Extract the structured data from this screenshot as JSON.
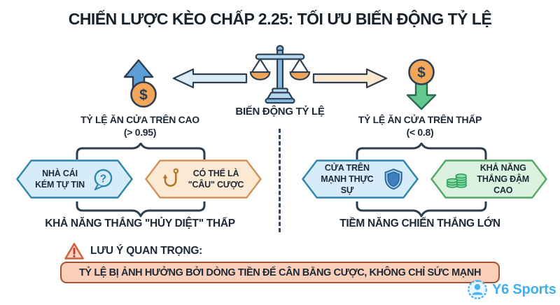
{
  "title": "CHIẾN LƯỢC KÈO CHẤP 2.25: TỐI ƯU BIẾN ĐỘNG TỶ LỆ",
  "center": {
    "label": "BIẾN ĐỘNG TỶ LỆ"
  },
  "left_branch": {
    "headline": "TỶ LỆ ĂN CỬA TRÊN CAO",
    "threshold": "(> 0.95)",
    "boxes": [
      {
        "icon": "question-bubble",
        "lines": [
          "NHÀ CÁI",
          "KÉM TỰ TIN"
        ]
      },
      {
        "icon": "fish-hook",
        "lines": [
          "CÓ THỂ LÀ",
          "\"CÂU\" CƯỢC"
        ]
      }
    ],
    "conclusion": "KHẢ NĂNG THẮNG \"HỦY DIỆT\" THẤP"
  },
  "right_branch": {
    "headline": "TỶ LỆ ĂN CỬA TRÊN THẤP",
    "threshold": "(< 0.8)",
    "boxes": [
      {
        "icon": "shield",
        "lines": [
          "CỬA TRÊN",
          "MẠNH THỰC SỰ"
        ]
      },
      {
        "icon": "coin-stack",
        "lines": [
          "KHẢ NĂNG",
          "THẮNG ĐẬM CAO"
        ]
      }
    ],
    "conclusion": "TIỀM NĂNG CHIẾN THẮNG LỚN"
  },
  "note": {
    "label": "LƯU Ý QUAN TRỌNG:",
    "text": "TỶ LỆ BỊ ẢNH HƯỞNG BỞI DÒNG TIỀN ĐỂ CÂN BẰNG CƯỢC, KHÔNG CHỈ SỨC MẠNH"
  },
  "watermark": {
    "brand": "Y6 Sports"
  },
  "glyphs": {
    "currency": "$",
    "question": "?"
  },
  "colors": {
    "ink": "#1d2936",
    "outline": "#2c3e50",
    "blue_arrow": "#5b9fd6",
    "blue_arrow_light": "#d9ecf8",
    "blue_hex_fill": "#d6ecf8",
    "blue_hex_border": "#2e86ab",
    "orange_coin": "#f2a65a",
    "orange_arrow_light": "#fbe7d0",
    "orange_hex_fill": "#fbe9d3",
    "orange_hex_border": "#d29356",
    "green_arrow": "#62c88d",
    "green_hex_fill": "#daf2de",
    "green_hex_border": "#55a868",
    "warn_border": "#cf6242",
    "note_bg": "#f9cfba",
    "note_border": "#a65036",
    "logo_blue": "#3fb0ea"
  }
}
